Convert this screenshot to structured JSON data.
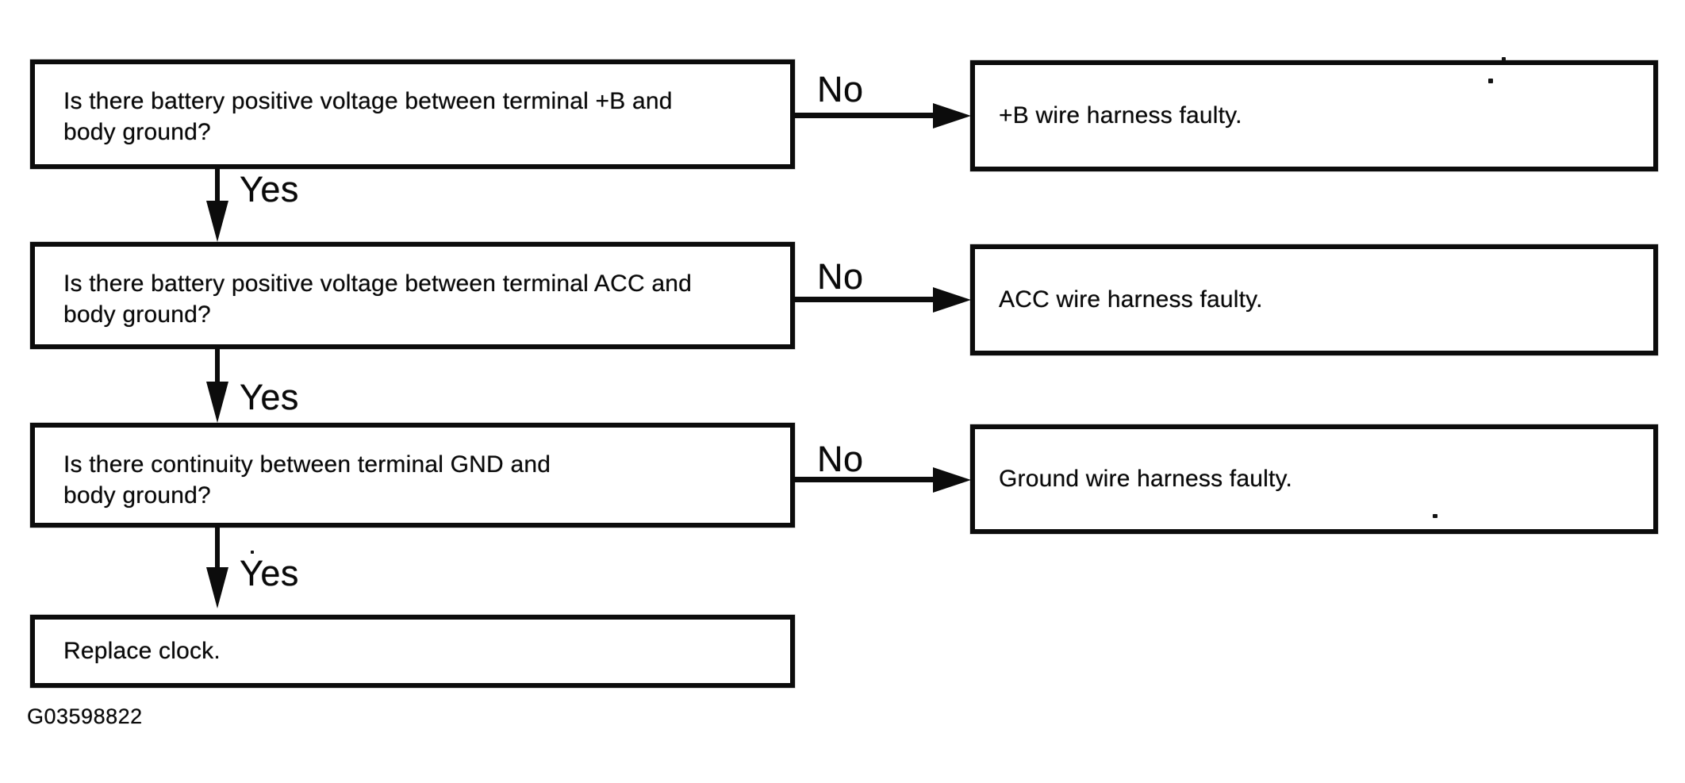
{
  "page": {
    "background": "#ffffff",
    "ink_color": "#0a0a0a",
    "figure_id": "G03598822"
  },
  "flowchart": {
    "yes_label": "Yes",
    "no_label": "No",
    "steps": [
      {
        "question_line1": "Is there battery positive voltage between terminal +B and",
        "question_line2": "body ground?",
        "no_result": "+B wire harness faulty."
      },
      {
        "question_line1": "Is there battery positive voltage between terminal ACC and",
        "question_line2": "body ground?",
        "no_result": "ACC wire harness faulty."
      },
      {
        "question_line1": "Is there continuity between terminal GND and",
        "question_line2": "body ground?",
        "no_result": "Ground wire harness faulty."
      }
    ],
    "final_action": "Replace clock."
  }
}
